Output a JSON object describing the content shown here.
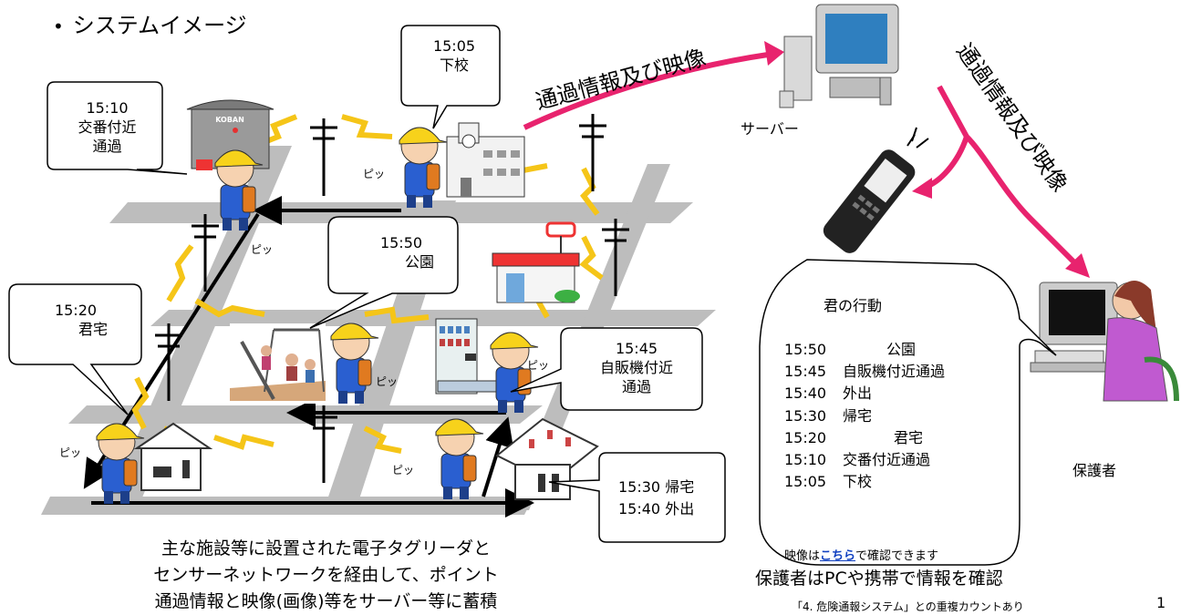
{
  "title": "システムイメージ",
  "bubbles": {
    "b1505": {
      "time": "15:05",
      "place": "下校"
    },
    "b1510": {
      "time": "15:10",
      "line1": "交番付近",
      "line2": "通過"
    },
    "b1550": {
      "time": "15:50",
      "place": "公園"
    },
    "b1520": {
      "time": "15:20",
      "place": "君宅"
    },
    "b1545": {
      "time": "15:45",
      "line1": "自販機付近",
      "line2": "通過"
    },
    "b1530": {
      "line1": "15:30  帰宅",
      "line2": "15:40  外出"
    }
  },
  "koban_sign": "KOBAN",
  "pi_sound": "ピッ",
  "arrow_label": "通過情報及び映像",
  "server_label": "サーバー",
  "guardian_label": "保護者",
  "activity": {
    "title": "君の行動",
    "log": [
      {
        "time": "15:50",
        "place": "公園"
      },
      {
        "time": "15:45",
        "place": "自販機付近通過"
      },
      {
        "time": "15:40",
        "place": "外出"
      },
      {
        "time": "15:30",
        "place": "帰宅"
      },
      {
        "time": "15:20",
        "place": "君宅"
      },
      {
        "time": "15:10",
        "place": "交番付近通過"
      },
      {
        "time": "15:05",
        "place": "下校"
      }
    ],
    "note_prefix": "映像は",
    "note_link": "こちら",
    "note_suffix": "で確認できます"
  },
  "caption": {
    "line1": "主な施設等に設置された電子タグリーダと",
    "line2": "センサーネットワークを経由して、ポイント",
    "line3": "通過情報と映像(画像)等をサーバー等に蓄積"
  },
  "guardian_caption": "保護者はPCや携帯で情報を確認",
  "footnote": "「4. 危険通報システム」との重複カウントあり",
  "page_number": "1",
  "colors": {
    "arrow": "#e8236e",
    "road": "#bdbdbd",
    "wave": "#f5c518",
    "student_shirt": "#2a5fd0",
    "hat": "#f7d21b",
    "bubble_border": "#000000"
  }
}
